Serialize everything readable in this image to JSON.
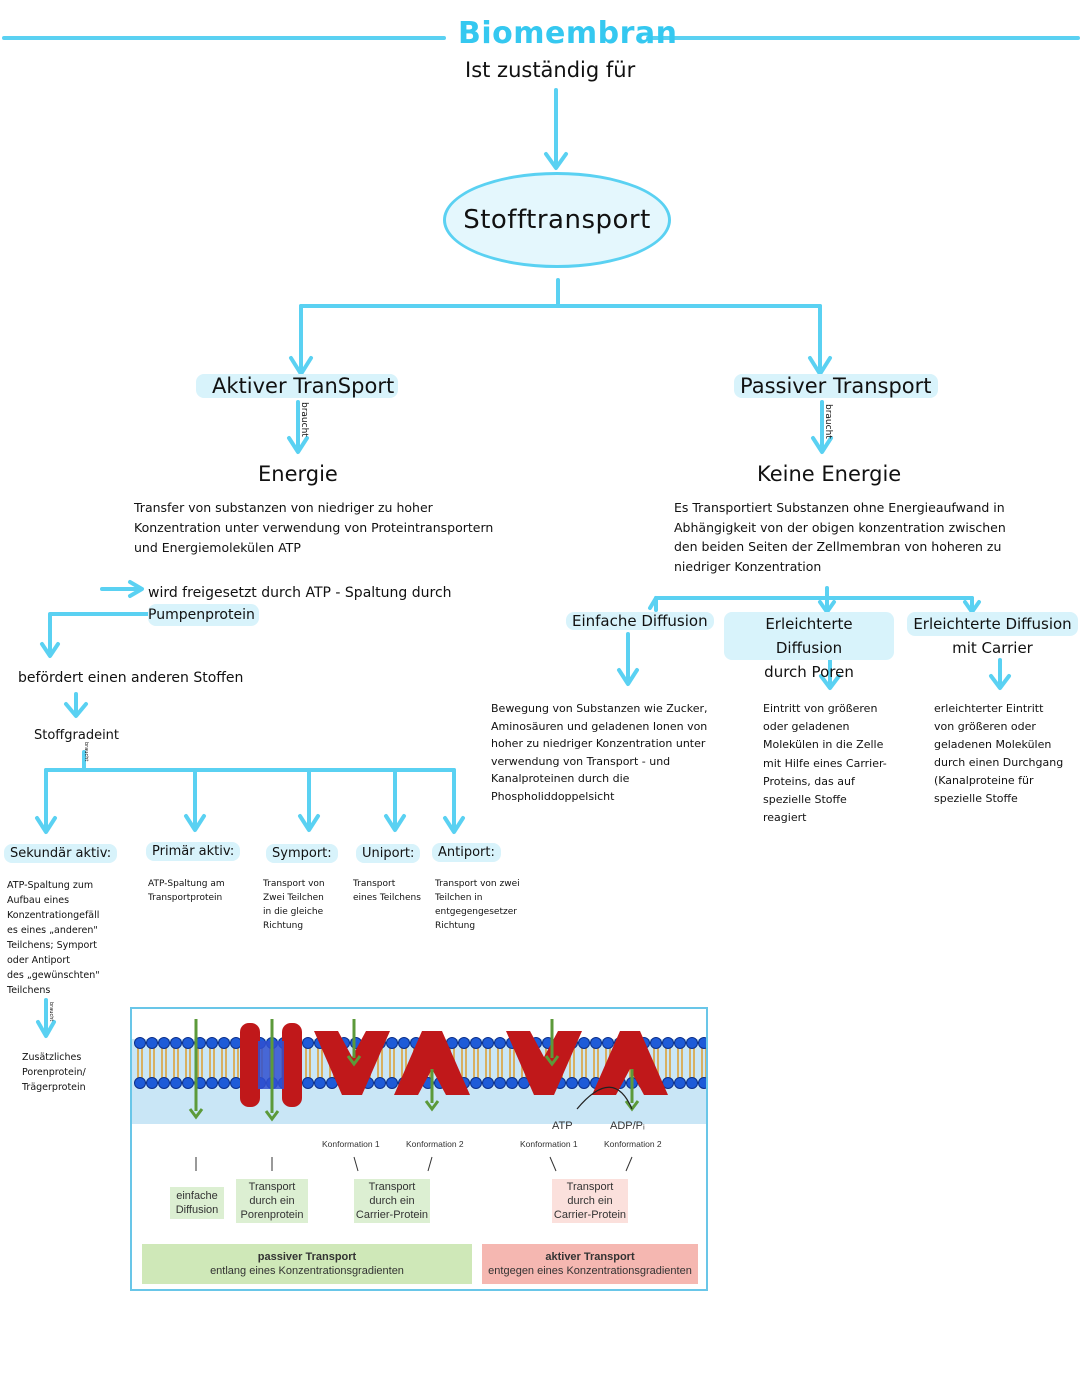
{
  "title": "Biomembran",
  "subtitle": "Ist zuständig für",
  "center": "Stofftransport",
  "active": {
    "heading": "Aktiver TranSport",
    "needs": "braucht",
    "energy": "Energie",
    "desc": [
      "Transfer von substanzen von niedriger zu hoher",
      "Konzentration unter verwendung von Proteintransportern",
      "und Energiemolekülen ATP"
    ],
    "released": [
      "wird freigesetzt durch ATP - Spaltung durch",
      "Pumpenprotein"
    ],
    "conveys": "befördert einen anderen Stoffen",
    "gradient": "Stoffgradeint",
    "small_note": "braucht"
  },
  "types": [
    {
      "label": "Sekundär aktiv:",
      "text": [
        "ATP-Spaltung zum",
        "Aufbau eines",
        "Konzentrationgefäll",
        "es eines „anderen\"",
        "Teilchens; Symport",
        "oder Antiport",
        "des „gewünschten\"",
        "Teilchens"
      ]
    },
    {
      "label": "Primär aktiv:",
      "text": [
        "ATP-Spaltung am",
        "Transportprotein"
      ]
    },
    {
      "label": "Symport:",
      "text": [
        "Transport von",
        "Zwei Teilchen",
        "in die gleiche",
        "Richtung"
      ]
    },
    {
      "label": "Uniport:",
      "text": [
        "Transport",
        "eines Teilchens"
      ]
    },
    {
      "label": "Antiport:",
      "text": [
        "Transport von zwei",
        "Teilchen in",
        "entgegengesetzer",
        "Richtung"
      ]
    }
  ],
  "secondary_extra": [
    "Zusätzliches",
    "Porenprotein/",
    "Trägerprotein"
  ],
  "secondary_note": "braucht",
  "passive": {
    "heading": "Passiver Transport",
    "needs": "braucht",
    "energy": "Keine Energie",
    "desc": [
      "Es Transportiert Substanzen ohne Energieaufwand in",
      "Abhängigkeit von der obigen konzentration zwischen",
      "den beiden Seiten der Zellmembran von hoheren zu",
      "niedriger Konzentration"
    ],
    "kinds": [
      {
        "title": [
          "Einfache Diffusion"
        ],
        "text": [
          "Bewegung von Substanzen wie Zucker,",
          "Aminosäuren und geladenen Ionen von",
          "hoher zu niedriger Konzentration unter",
          "verwendung von Transport - und",
          "Kanalproteinen durch die",
          "Phospholiddoppelsicht"
        ]
      },
      {
        "title": [
          "Erleichterte Diffusion",
          "durch Poren"
        ],
        "text": [
          "Eintritt von größeren",
          "oder geladenen",
          "Molekülen in die Zelle",
          "mit Hilfe eines Carrier-",
          "Proteins, das auf",
          "spezielle Stoffe",
          "reagiert"
        ]
      },
      {
        "title": [
          "Erleichterte Diffusion",
          "mit Carrier"
        ],
        "text": [
          "erleichterter Eintritt",
          "von größeren oder",
          "geladenen Molekülen",
          "durch einen Durchgang",
          "(Kanalproteine für",
          "spezielle Stoffe"
        ]
      }
    ]
  },
  "figure": {
    "labels": {
      "simple": [
        "einfache",
        "Diffusion"
      ],
      "pore": [
        "Transport",
        "durch ein",
        "Porenprotein"
      ],
      "carrier_passive": [
        "Transport",
        "durch ein",
        "Carrier-Protein"
      ],
      "carrier_active": [
        "Transport",
        "durch ein",
        "Carrier-Protein"
      ]
    },
    "konf1": "Konformation 1",
    "konf2": "Konformation 2",
    "atp": "ATP",
    "adp": "ADP/Pᵢ",
    "passive_box": {
      "title": "passiver Transport",
      "text": "entlang eines Konzentrationsgradienten"
    },
    "active_box": {
      "title": "aktiver Transport",
      "text": "entgegen eines Konzentrationsgradienten"
    },
    "colors": {
      "passive": "#cfe8b8",
      "active": "#f5b7b1",
      "protein": "#c0181a",
      "head": "#1e5bd8",
      "membrane": "#c9e6f6",
      "arrow": "#5c9a3a"
    }
  }
}
